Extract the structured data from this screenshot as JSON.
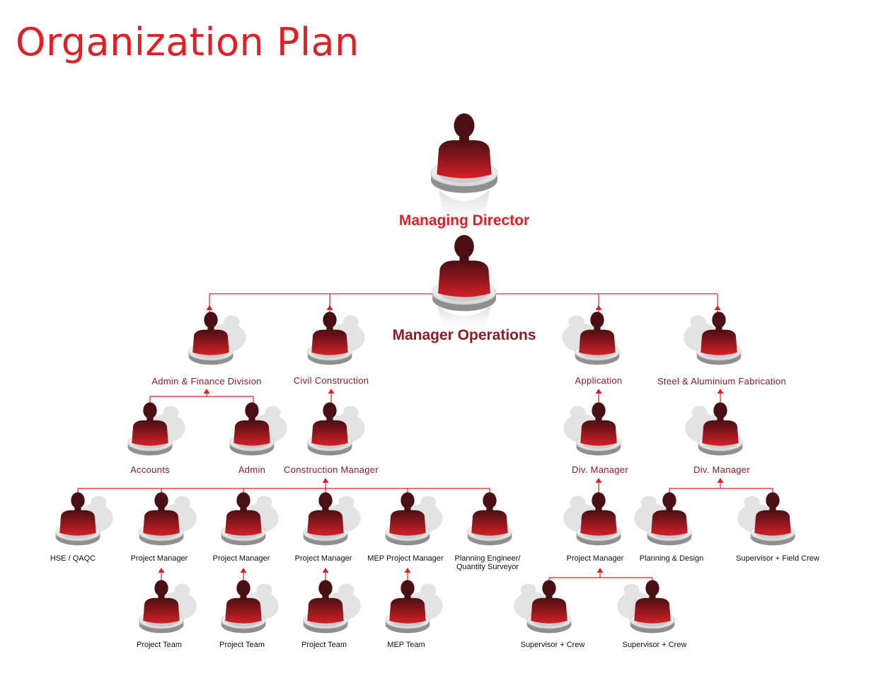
{
  "title": "Organization Plan",
  "colors": {
    "title": "#e31e24",
    "line": "#e31e24",
    "figure_dark": "#4a0f12",
    "figure_light": "#d41f26",
    "label_top": "#e31e24",
    "label_mid": "#8f1c22"
  },
  "icons": {
    "person": "person-icon",
    "platform": "platform-disc"
  },
  "nodes": {
    "md": "Managing Director",
    "mo": "Manager Operations",
    "admin_fin": "Admin & Finance Division",
    "civil": "Civil Construction",
    "application": "Application",
    "steel": "Steel & Aluminium Fabrication",
    "accounts": "Accounts",
    "admin": "Admin",
    "construction_mgr": "Construction Manager",
    "div_mgr_1": "Div. Manager",
    "div_mgr_2": "Div. Manager",
    "hse": "HSE / QAQC",
    "pm1": "Project Manager",
    "pm2": "Project Manager",
    "pm3": "Project Manager",
    "mep_pm": "MEP Project Manager",
    "planning_eng_1": "Planning Engineer/",
    "planning_eng_2": "Quantity Surveyor",
    "pm4": "Project Manager",
    "planning_design": "Planning & Design",
    "sup_field": "Supervisor + Field Crew",
    "pt1": "Project Team",
    "pt2": "Project Team",
    "pt3": "Project Team",
    "mep_team": "MEP Team",
    "sup1": "Supervisor + Crew",
    "sup2": "Supervisor + Crew"
  }
}
